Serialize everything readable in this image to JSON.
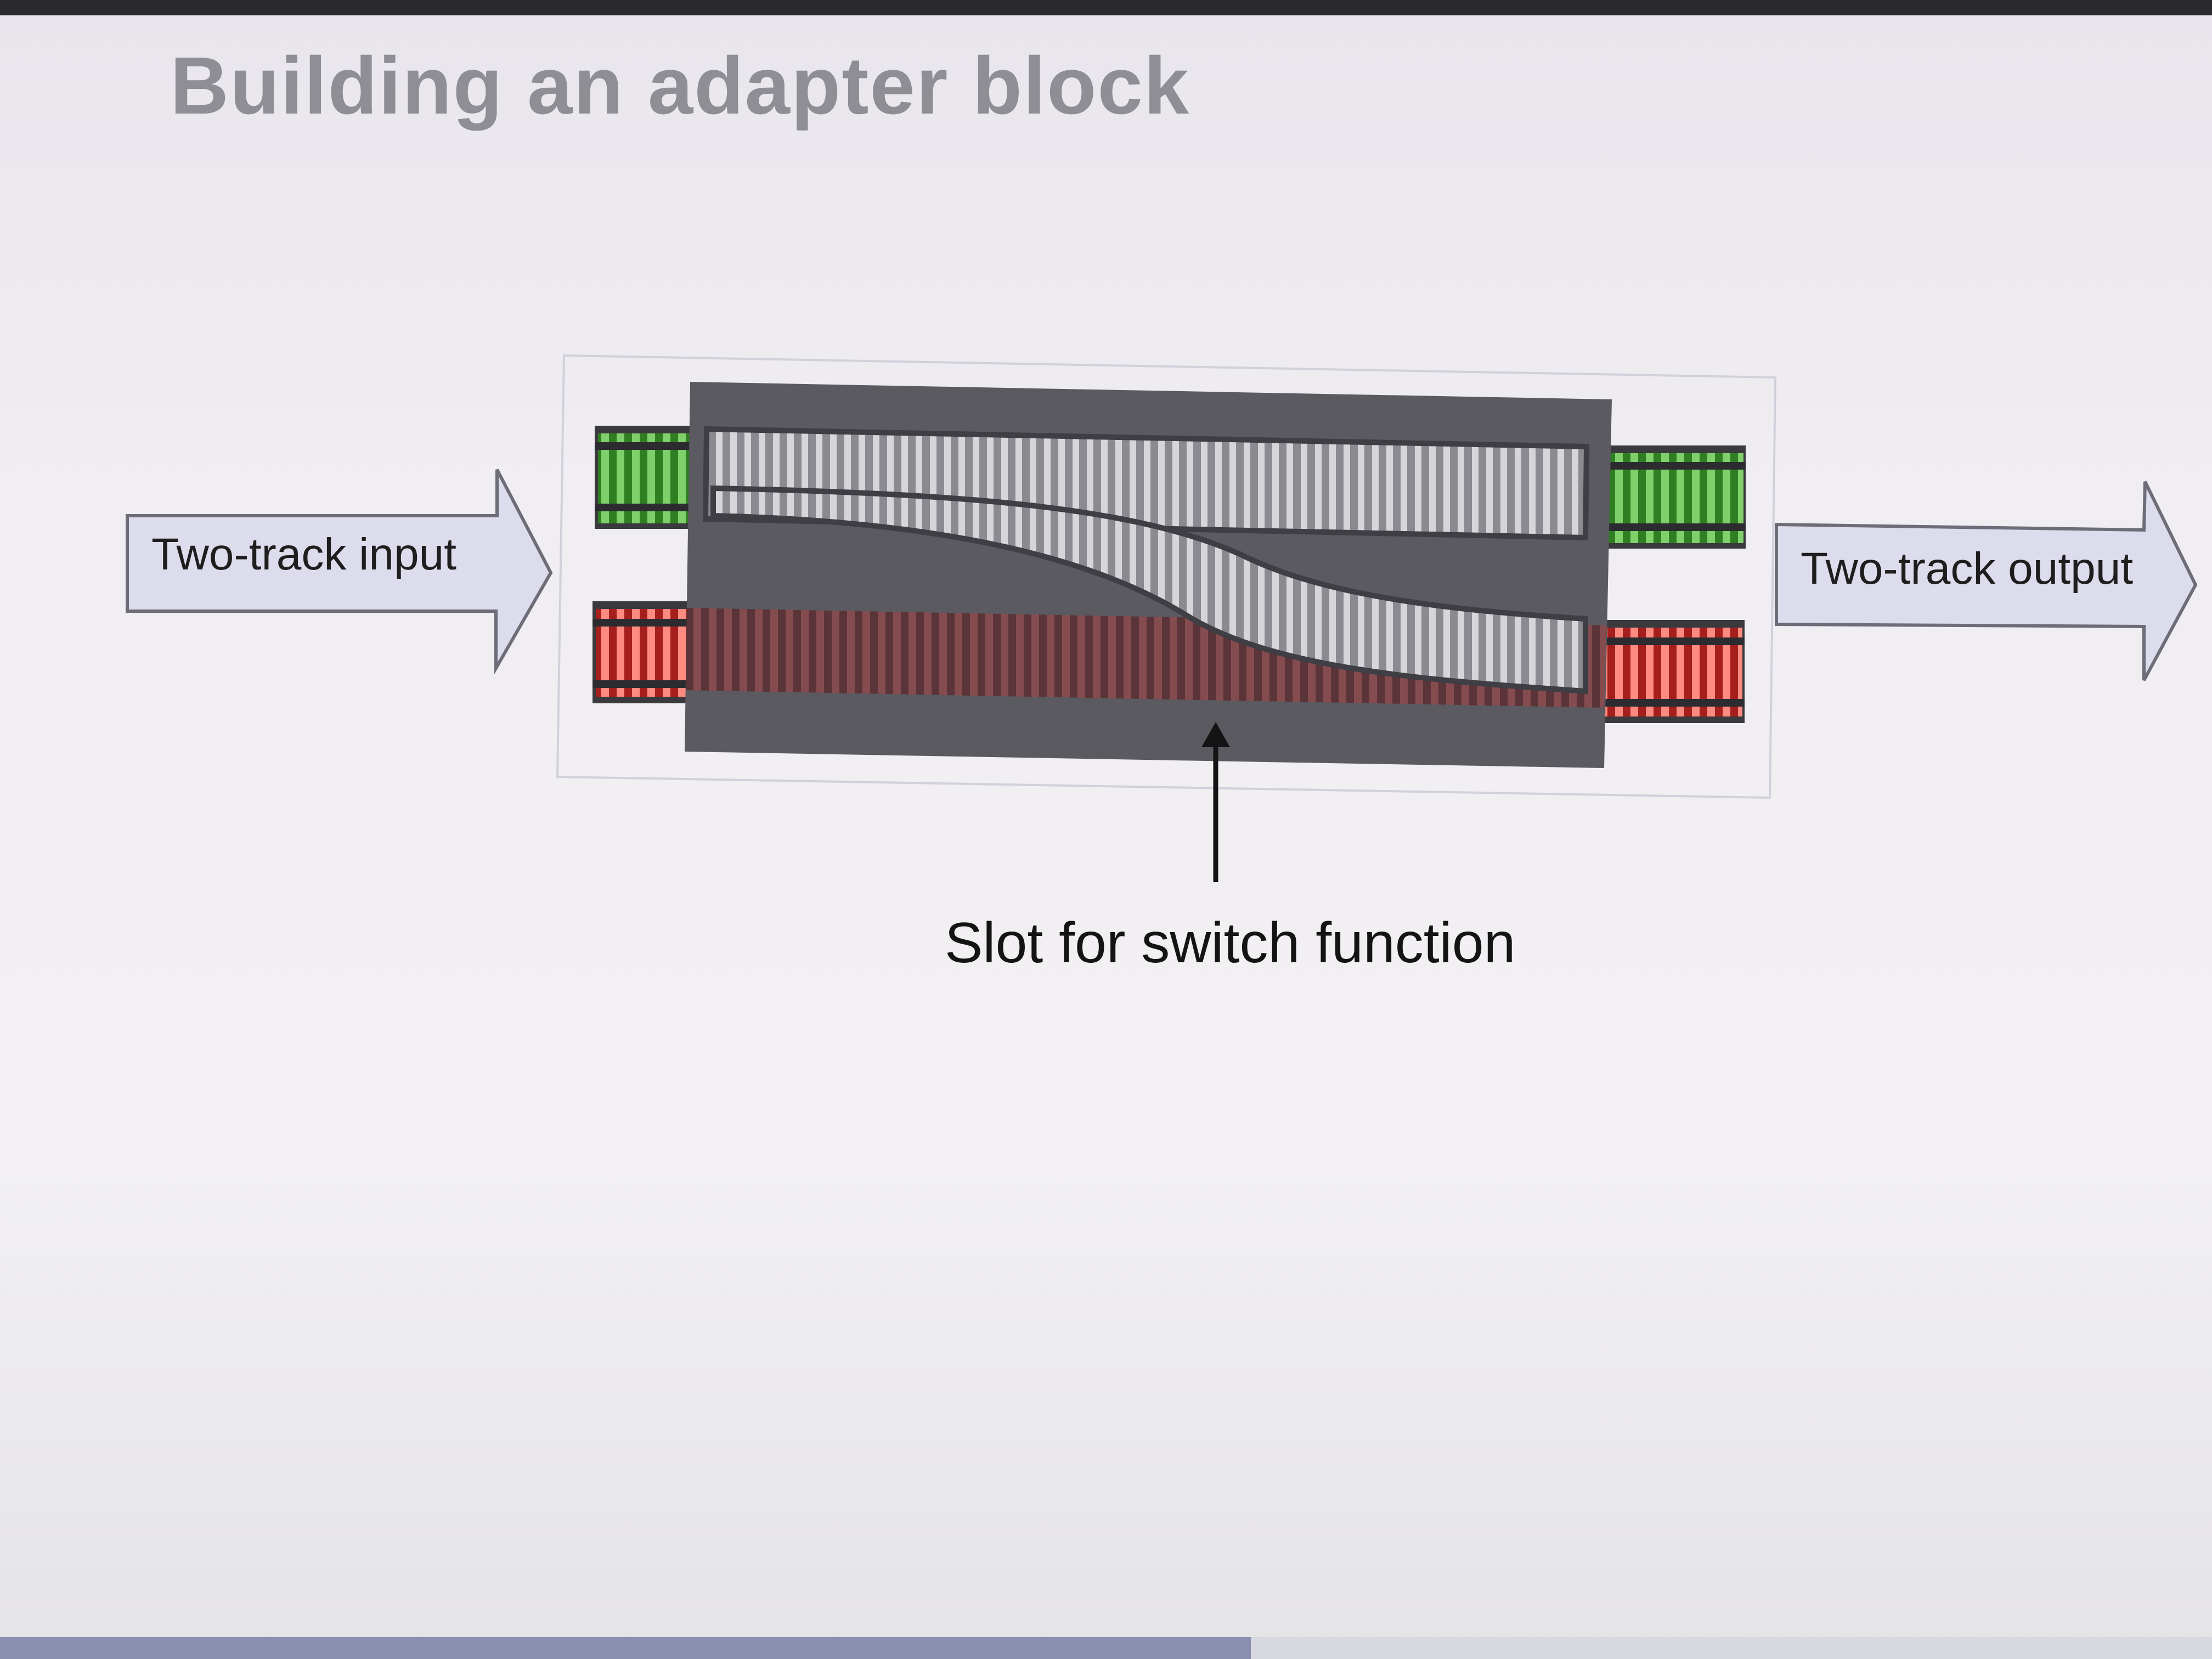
{
  "slide": {
    "title": "Building an adapter block"
  },
  "labels": {
    "input": "Two-track input",
    "output": "Two-track output",
    "slot": "Slot for switch function"
  },
  "colors": {
    "block": "#5a5a60",
    "track_top": "#3f9b2e",
    "track_bottom": "#d8322c",
    "arrow_fill": "#dcdcec",
    "arrow_stroke": "#6d6d78"
  }
}
